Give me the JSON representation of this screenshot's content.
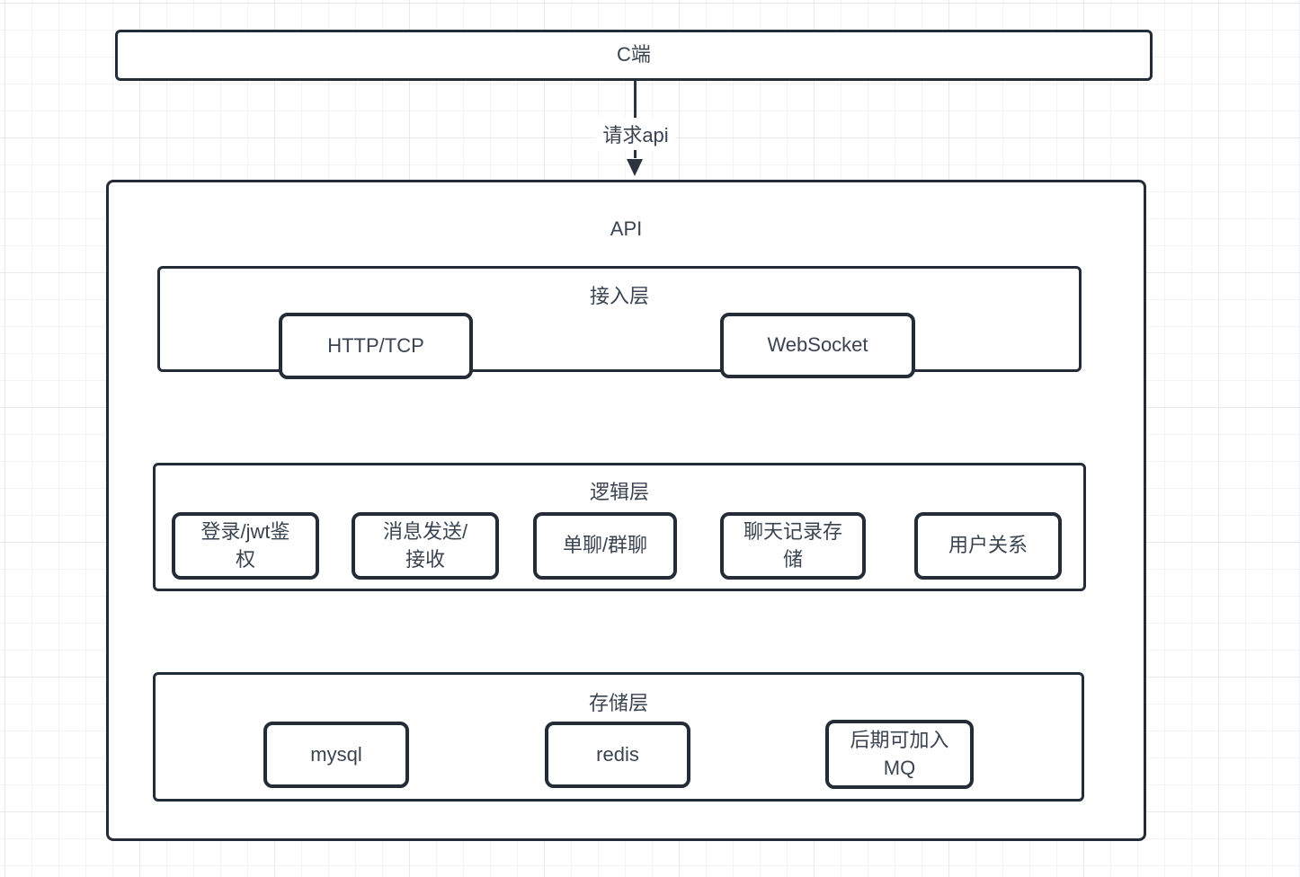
{
  "diagram": {
    "client_box": {
      "label": "C端"
    },
    "edge": {
      "label": "请求api"
    },
    "api_box": {
      "label": "API"
    },
    "access_layer": {
      "title": "接入层",
      "nodes": [
        {
          "label": "HTTP/TCP"
        },
        {
          "label": "WebSocket"
        }
      ]
    },
    "logic_layer": {
      "title": "逻辑层",
      "nodes": [
        {
          "label": "登录/jwt鉴\n权"
        },
        {
          "label": "消息发送/\n接收"
        },
        {
          "label": "单聊/群聊"
        },
        {
          "label": "聊天记录存\n储"
        },
        {
          "label": "用户关系"
        }
      ]
    },
    "storage_layer": {
      "title": "存储层",
      "nodes": [
        {
          "label": "mysql"
        },
        {
          "label": "redis"
        },
        {
          "label": "后期可加入\nMQ"
        }
      ]
    },
    "colors": {
      "shape_border": "#242c37",
      "text": "#3a4450",
      "grid_minor": "#f2f3f4",
      "grid_major": "#e7e9ea",
      "background": "#ffffff"
    }
  }
}
